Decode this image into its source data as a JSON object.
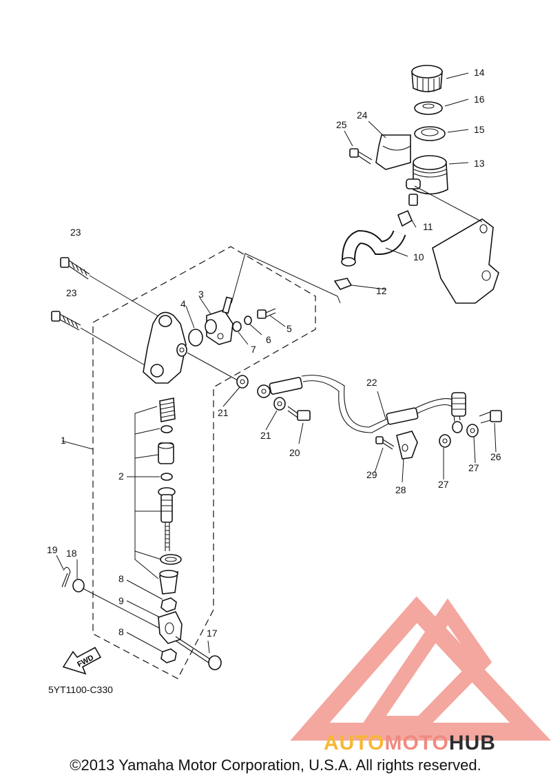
{
  "diagram_code": "5YT1100-C330",
  "fwd_label": "FWD",
  "copyright": "©2013 Yamaha Motor Corporation, U.S.A. All rights reserved.",
  "watermark": {
    "text_a": "AUTO",
    "text_b": "MOTO",
    "text_c": "HUB",
    "color_a": "#f7b733",
    "color_b": "#f08a80",
    "color_c": "#2e2e2e",
    "logo_color": "#f08a80"
  },
  "callouts": {
    "c1": "1",
    "c2": "2",
    "c3": "3",
    "c4": "4",
    "c5": "5",
    "c6": "6",
    "c7": "7",
    "c8a": "8",
    "c8b": "8",
    "c9": "9",
    "c10": "10",
    "c11": "11",
    "c12": "12",
    "c13": "13",
    "c14": "14",
    "c15": "15",
    "c16": "16",
    "c17": "17",
    "c18": "18",
    "c19": "19",
    "c20": "20",
    "c21a": "21",
    "c21b": "21",
    "c22": "22",
    "c23a": "23",
    "c23b": "23",
    "c24": "24",
    "c25": "25",
    "c26": "26",
    "c27a": "27",
    "c27b": "27",
    "c28": "28",
    "c29": "29"
  }
}
